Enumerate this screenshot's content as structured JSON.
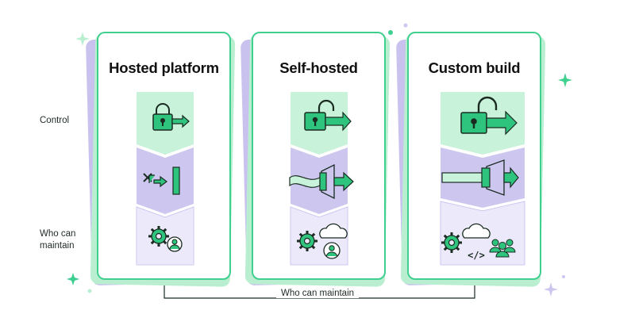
{
  "side_labels": {
    "control": "Control",
    "who_can_maintain": "Who can maintain"
  },
  "cards": [
    {
      "title": "Hosted platform"
    },
    {
      "title": "Self-hosted"
    },
    {
      "title": "Custom build"
    }
  ],
  "bottom_caption": "Who can maintain",
  "colors": {
    "accent_green": "#3fcf8e",
    "block_green": "#c9f2da",
    "block_purple": "#cdc7f0",
    "icon_green": "#2fc47d",
    "icon_outline": "#1a2b22",
    "back_purple": "#c9c2ee",
    "back_green": "#b9efd0"
  },
  "icons": {
    "hosted": [
      "small-padlock-arrow-icon",
      "blocked-x-arrow-wall-icon",
      "gear-person-icon"
    ],
    "self_hosted": [
      "open-padlock-arrow-icon",
      "wave-through-wall-icon",
      "gear-cloud-person-icon"
    ],
    "custom": [
      "open-padlock-large-arrow-icon",
      "arrow-through-open-wall-icon",
      "gear-cloud-code-team-icon"
    ]
  }
}
